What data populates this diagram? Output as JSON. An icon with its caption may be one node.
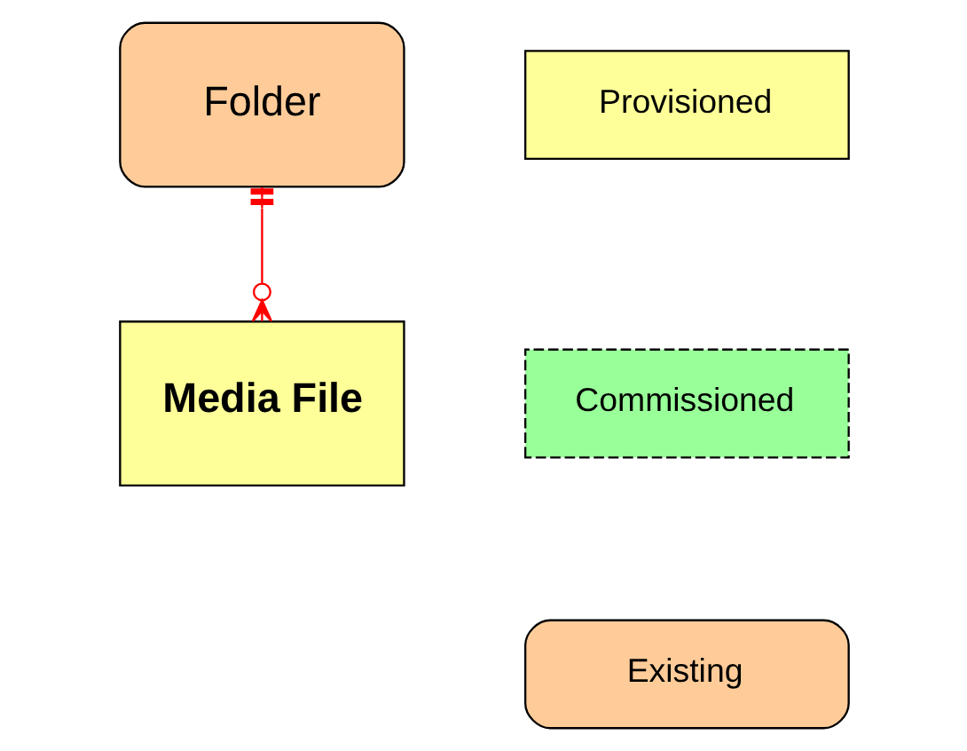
{
  "diagram": {
    "nodes": [
      {
        "text": [
          "Folder"
        ]
      },
      {
        "text": [
          "Media File"
        ]
      }
    ],
    "edges": [
      {
        "from": 0,
        "to": 1,
        "arrow": "other",
        "color": "#ff0000"
      }
    ],
    "legend": [
      {
        "text": "Provisioned",
        "color": "#ffff99"
      },
      {
        "text": "Commissioned",
        "color": "#99ff99"
      },
      {
        "text": "Existing",
        "color": "#ffcc99"
      }
    ]
  }
}
